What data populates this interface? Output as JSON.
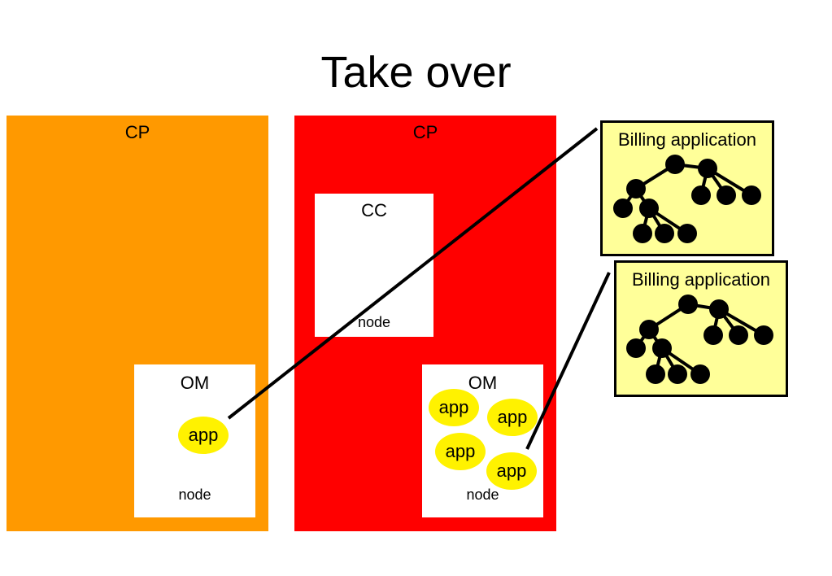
{
  "title": "Take over",
  "left_panel": {
    "cp_label": "CP",
    "om": {
      "title": "OM",
      "node": "node",
      "apps": [
        "app"
      ]
    },
    "color": "#ff9900"
  },
  "right_panel": {
    "cp_label": "CP",
    "cc": {
      "title": "CC",
      "node": "node"
    },
    "om": {
      "title": "OM",
      "node": "node",
      "apps": [
        "app",
        "app",
        "app",
        "app"
      ]
    },
    "color": "#ff0000"
  },
  "billing": [
    {
      "label": "Billing application"
    },
    {
      "label": "Billing application"
    }
  ],
  "colors": {
    "app_fill": "#fff200",
    "billing_fill": "#ffff99"
  }
}
